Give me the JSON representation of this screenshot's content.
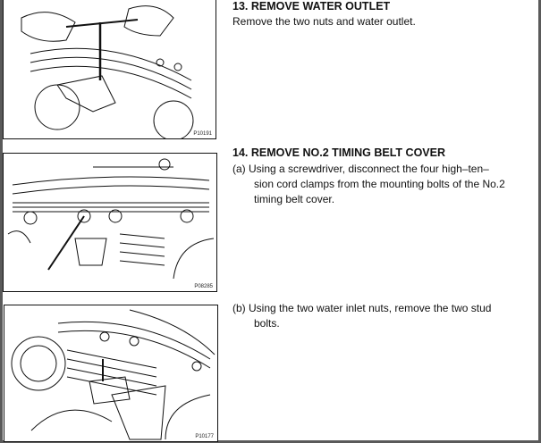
{
  "steps": [
    {
      "heading": "13. REMOVE WATER OUTLET",
      "text": "Remove the two nuts and water outlet.",
      "figure_code": "P10191"
    },
    {
      "heading": "14. REMOVE NO.2 TIMING BELT COVER",
      "text_a_line1": "(a) Using a screwdriver, disconnect the four high–ten–",
      "text_a_line2": "sion cord clamps from the mounting bolts of the No.2",
      "text_a_line3": "timing belt cover.",
      "figure_code": "P08285"
    },
    {
      "text_b_line1": "(b) Using the two water inlet nuts, remove the two stud",
      "text_b_line2": "bolts.",
      "figure_code": "P10177"
    }
  ]
}
